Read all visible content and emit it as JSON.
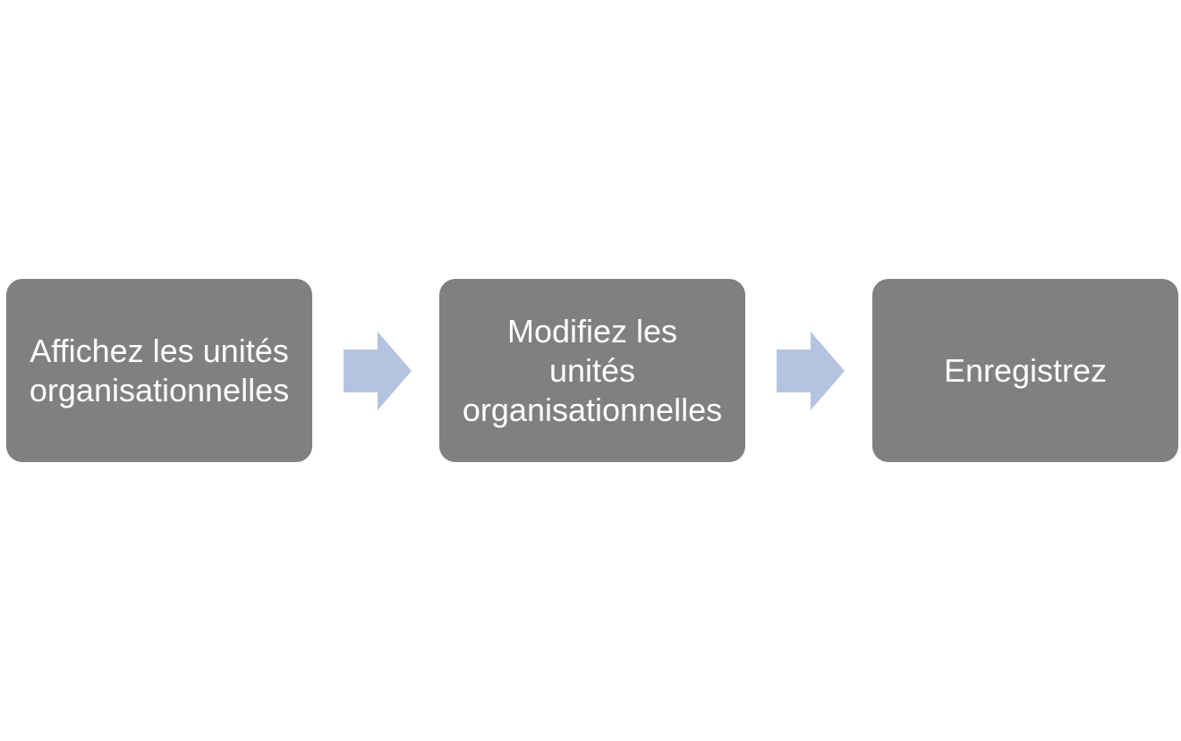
{
  "diagram": {
    "steps": [
      {
        "label": "Affichez les unités\norganisationnelles"
      },
      {
        "label": "Modifiez les\nunités\norganisationnelles"
      },
      {
        "label": "Enregistrez"
      }
    ],
    "colors": {
      "box_fill": "#808080",
      "box_text": "#ffffff",
      "arrow_fill": "#b4c4e0",
      "background": "#ffffff"
    }
  }
}
